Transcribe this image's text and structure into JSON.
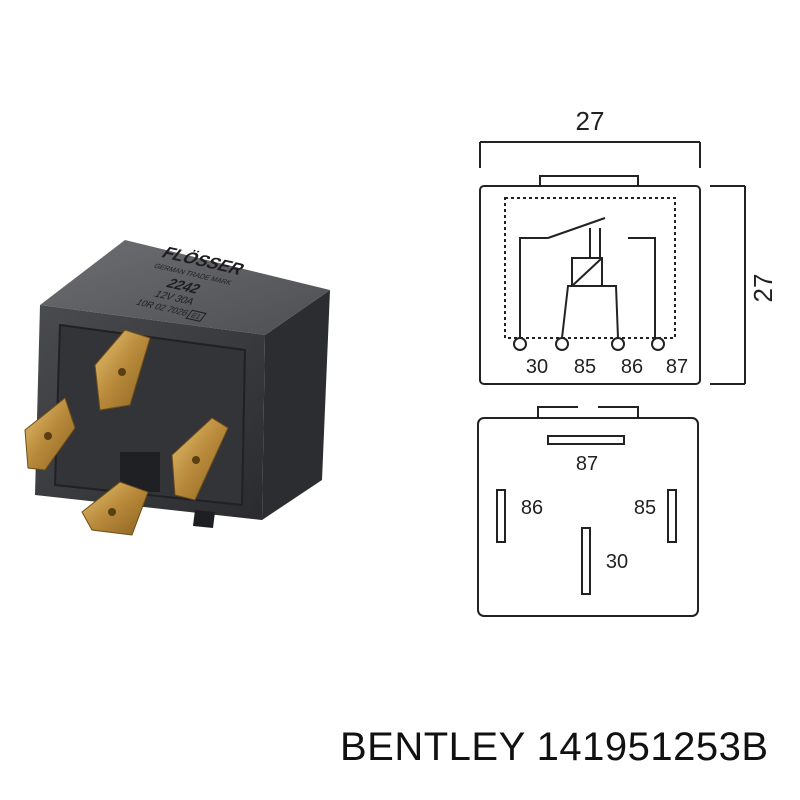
{
  "product": {
    "brand_marking": "FLÖSSER",
    "trademark": "GERMAN TRADE MARK",
    "part_number": "2242",
    "rating": "12V 30A",
    "approval": "10R 02 7026",
    "approval_badge": "E1"
  },
  "dimensions": {
    "width": "27",
    "height": "27"
  },
  "side_view": {
    "terminals": [
      "30",
      "85",
      "86",
      "87"
    ]
  },
  "bottom_view": {
    "pins": [
      "87",
      "86",
      "85",
      "30"
    ]
  },
  "caption": "BENTLEY 141951253B"
}
